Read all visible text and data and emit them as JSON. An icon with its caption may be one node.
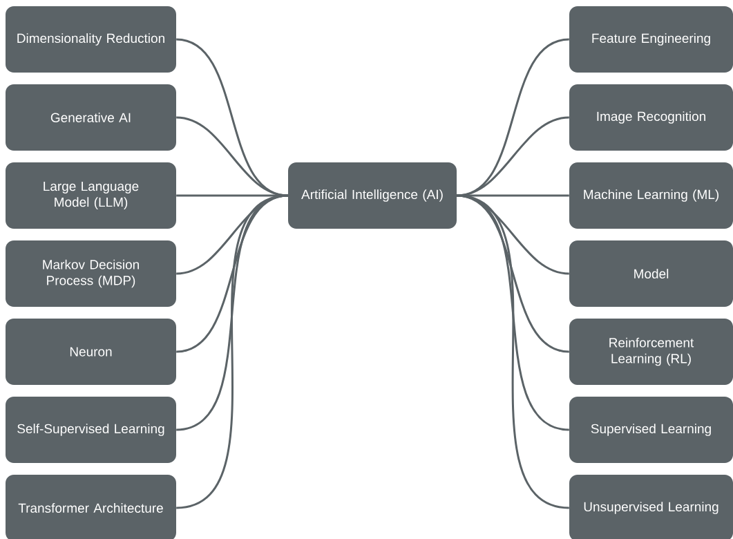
{
  "diagram": {
    "nodes": [
      {
        "text": [
          "Artificial Intelligence (AI)"
        ]
      },
      {
        "text": [
          "Dimensionality Reduction"
        ]
      },
      {
        "text": [
          "Generative AI"
        ]
      },
      {
        "text": [
          "Large Language Model (LLM)"
        ]
      },
      {
        "text": [
          "Markov Decision Process (MDP)"
        ]
      },
      {
        "text": [
          "Neuron"
        ]
      },
      {
        "text": [
          "Self-Supervised Learning"
        ]
      },
      {
        "text": [
          "Transformer Architecture"
        ]
      },
      {
        "text": [
          "Feature Engineering"
        ]
      },
      {
        "text": [
          "Image Recognition"
        ]
      },
      {
        "text": [
          "Machine Learning (ML)"
        ]
      },
      {
        "text": [
          "Model"
        ]
      },
      {
        "text": [
          "Reinforcement Learning (RL)"
        ]
      },
      {
        "text": [
          "Supervised Learning"
        ]
      },
      {
        "text": [
          "Unsupervised Learning"
        ]
      }
    ],
    "edges": [
      {
        "from": 0,
        "to": 1,
        "arrow": "none"
      },
      {
        "from": 0,
        "to": 2,
        "arrow": "none"
      },
      {
        "from": 0,
        "to": 3,
        "arrow": "none"
      },
      {
        "from": 0,
        "to": 4,
        "arrow": "none"
      },
      {
        "from": 0,
        "to": 5,
        "arrow": "none"
      },
      {
        "from": 0,
        "to": 6,
        "arrow": "none"
      },
      {
        "from": 0,
        "to": 7,
        "arrow": "none"
      },
      {
        "from": 0,
        "to": 8,
        "arrow": "none"
      },
      {
        "from": 0,
        "to": 9,
        "arrow": "none"
      },
      {
        "from": 0,
        "to": 10,
        "arrow": "none"
      },
      {
        "from": 0,
        "to": 11,
        "arrow": "none"
      },
      {
        "from": 0,
        "to": 12,
        "arrow": "none"
      },
      {
        "from": 0,
        "to": 13,
        "arrow": "none"
      },
      {
        "from": 0,
        "to": 14,
        "arrow": "none"
      }
    ]
  }
}
